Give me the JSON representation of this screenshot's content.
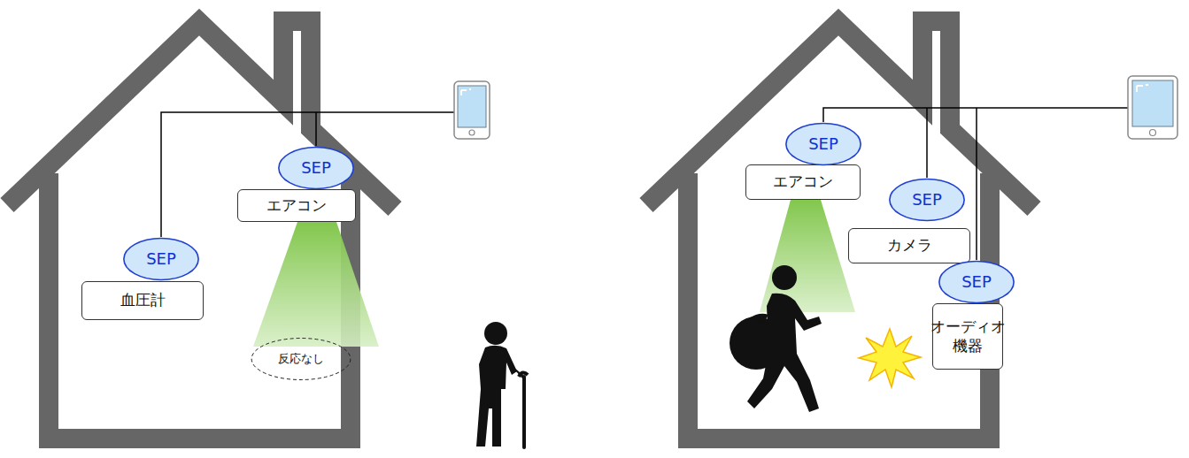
{
  "diagram": {
    "nodes": [
      {
        "text": [
          "SEP"
        ]
      },
      {
        "text": [
          "血圧計"
        ]
      },
      {
        "text": [
          "SEP"
        ]
      },
      {
        "text": [
          "エアコン"
        ]
      },
      {
        "text": [
          "反応なし"
        ]
      },
      {
        "text": [
          "SEP"
        ]
      },
      {
        "text": [
          "エアコン"
        ]
      },
      {
        "text": [
          "SEP"
        ]
      },
      {
        "text": [
          "カメラ"
        ]
      },
      {
        "text": [
          "SEP"
        ]
      },
      {
        "text": [
          "オーディオ 機器"
        ]
      }
    ]
  }
}
